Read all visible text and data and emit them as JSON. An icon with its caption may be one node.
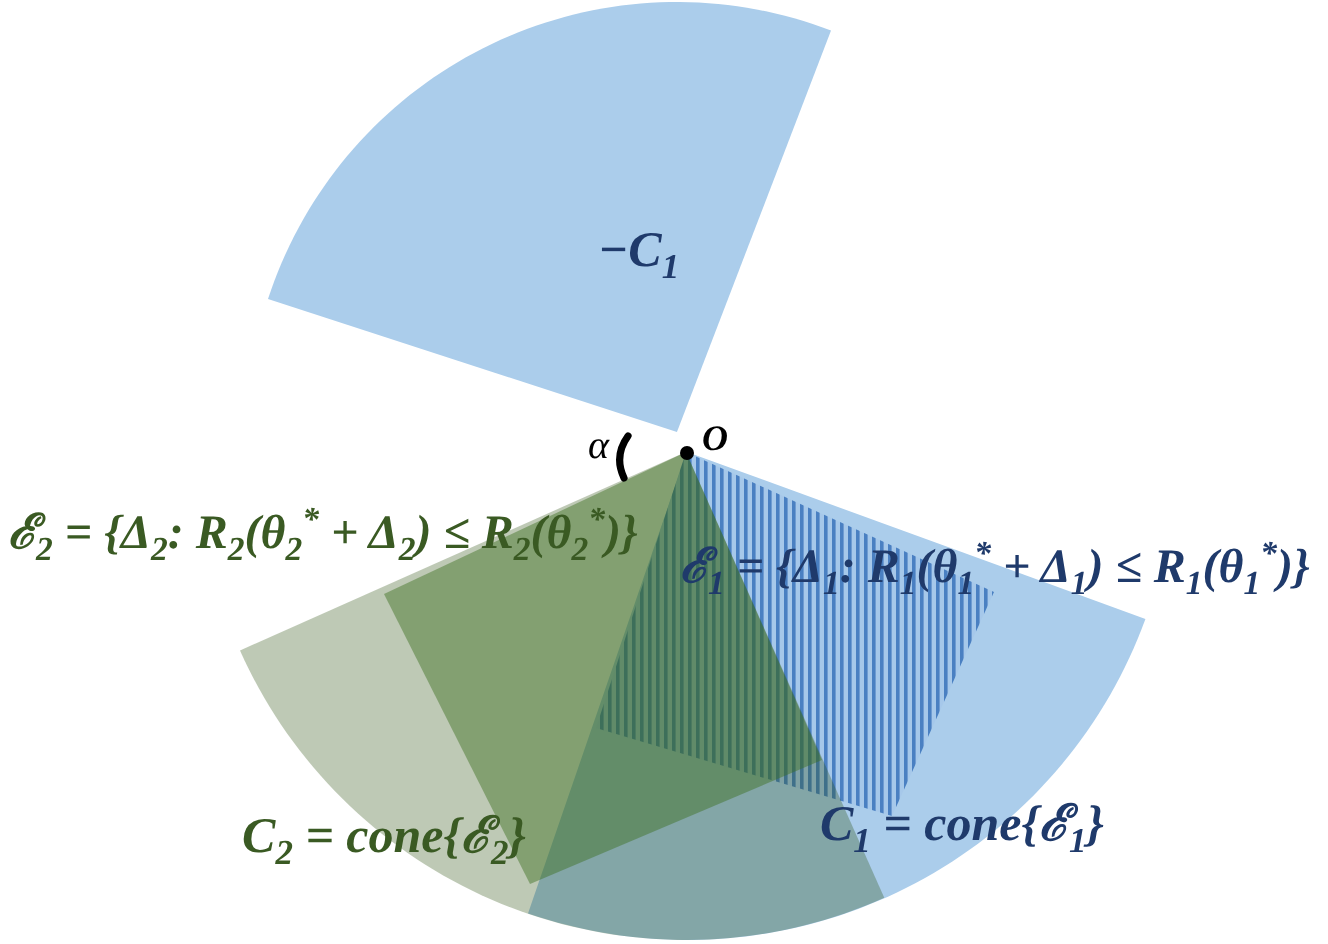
{
  "diagram": {
    "nodes": [
      {
        "text": [
          "−C$_{1}$"
        ]
      },
      {
        "text": [
          "C$_{2}$ = cone{ℰ$_{2}$}"
        ]
      },
      {
        "text": [
          "ℰ$_{2}$ = {Δ$_{2}$: R$_{2}$(θ$_{2}$$^{*}$ + Δ$_{2}$) ≤ R$_{2}$(θ$_{2}$$^{*}$)}"
        ],
        "in": 1
      },
      {
        "text": [
          "C$_{1}$ = cone{ℰ$_{1}$}"
        ]
      },
      {
        "text": [
          "ℰ$_{1}$ = {Δ$_{1}$: R$_{1}$(θ$_{1}$$^{*}$ + Δ$_{1}$) ≤ R$_{1}$(θ$_{1}$$^{*}$)}"
        ],
        "in": 3
      }
    ],
    "labels": [
      "α",
      "O"
    ]
  }
}
